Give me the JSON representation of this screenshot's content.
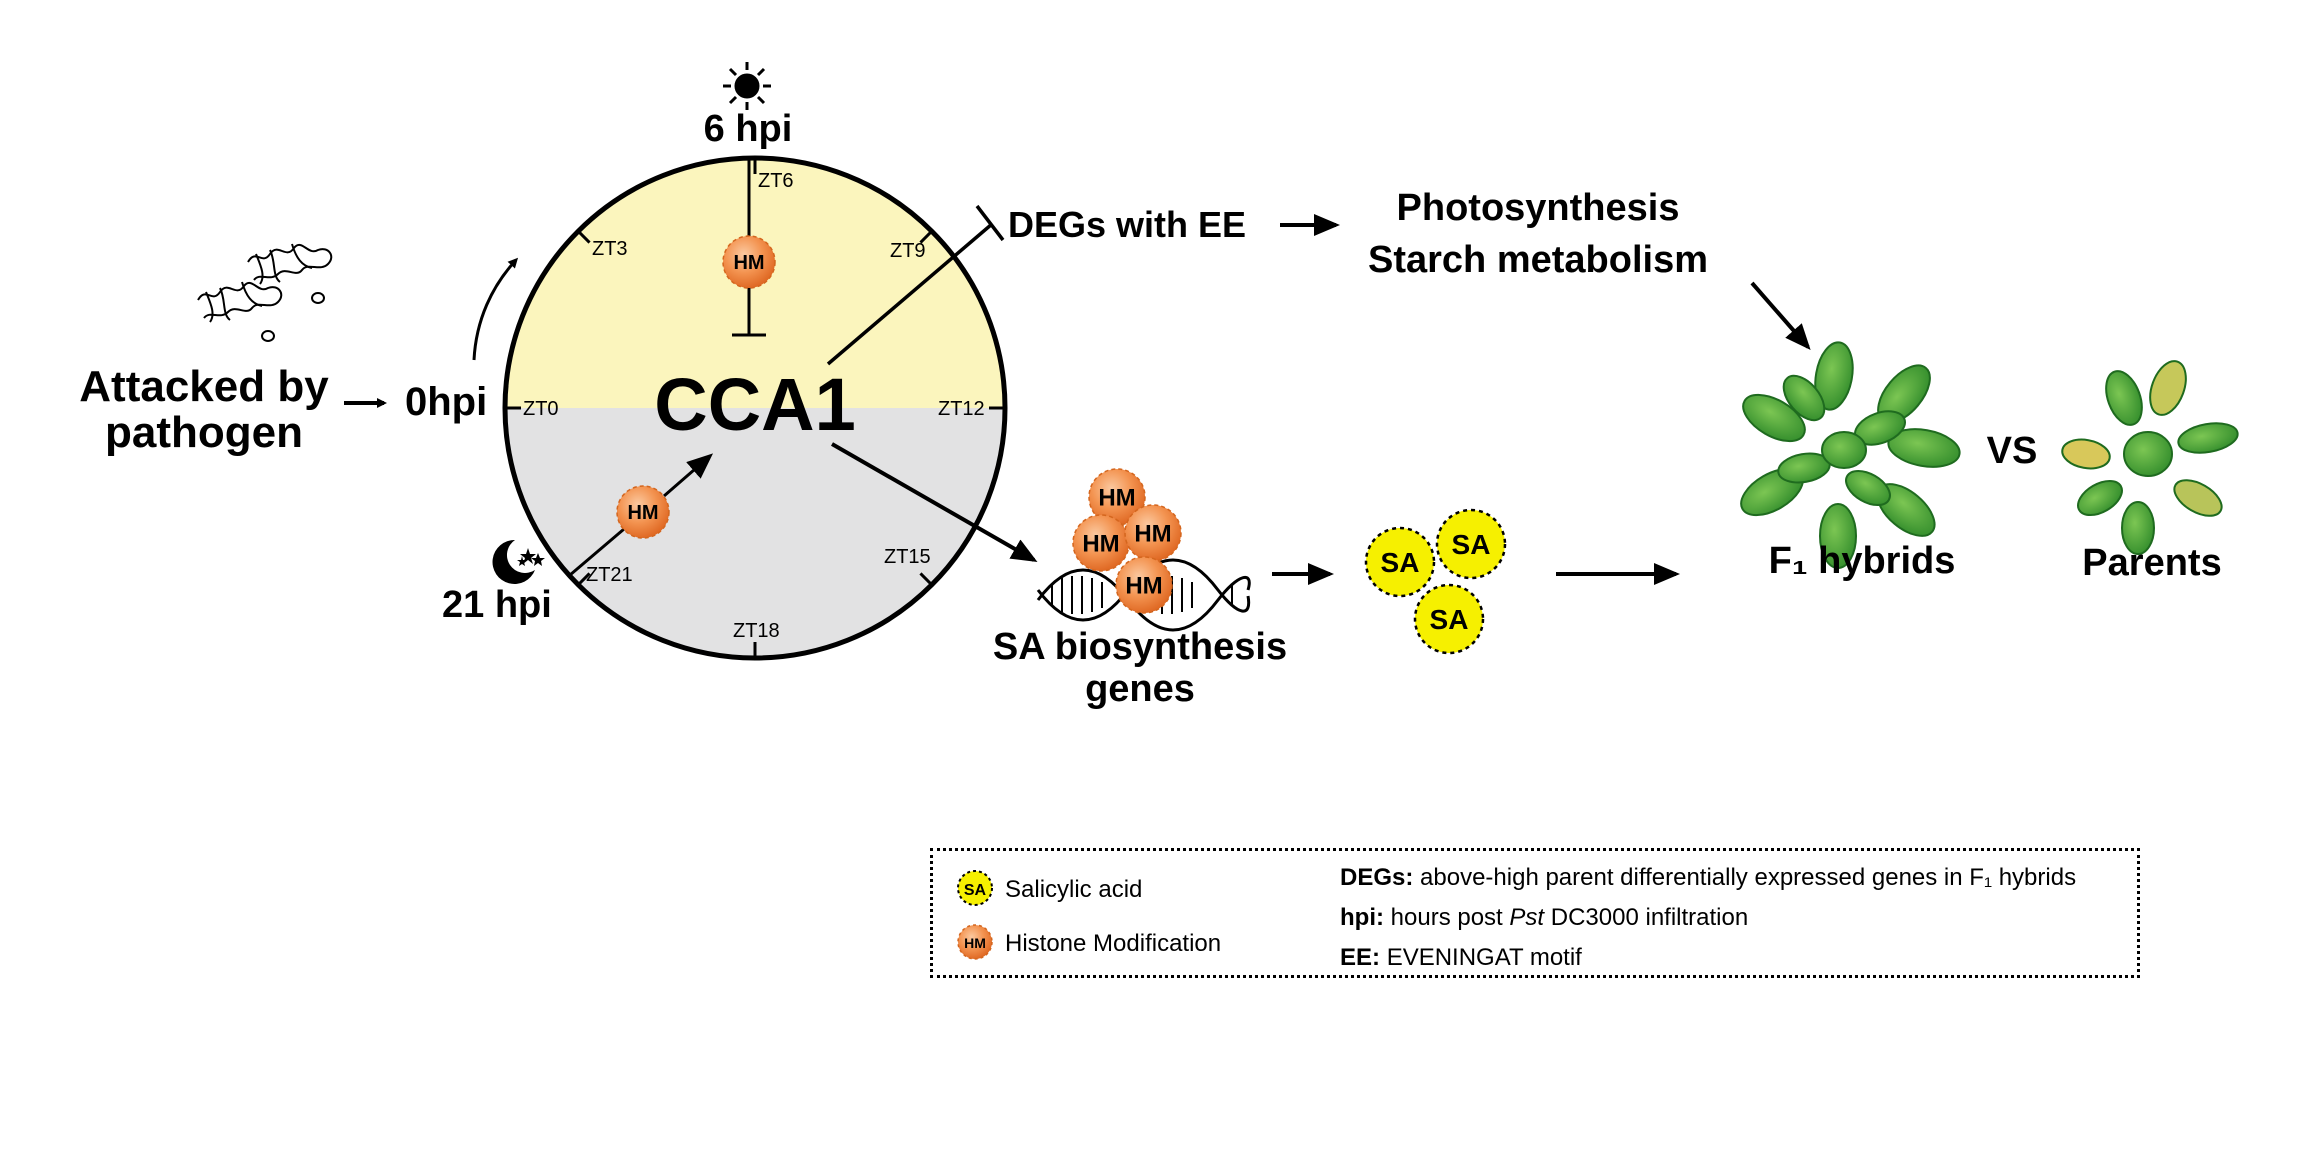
{
  "left": {
    "attacked_line1": "Attacked by",
    "attacked_line2": "pathogen",
    "zero_hpi": "0hpi",
    "six_hpi": "6 hpi",
    "twentyone_hpi": "21 hpi"
  },
  "clock": {
    "center_label": "CCA1",
    "ticks": [
      "ZT0",
      "ZT3",
      "ZT6",
      "ZT9",
      "ZT12",
      "ZT15",
      "ZT18",
      "ZT21"
    ],
    "day_color": "#fbf5bd",
    "night_color": "#e2e2e3"
  },
  "markers": {
    "hm": "HM",
    "sa": "SA",
    "hm_color": "#f08a3e",
    "sa_color": "#f6f000"
  },
  "outputs": {
    "degs": "DEGs with EE",
    "photo_line1": "Photosynthesis",
    "photo_line2": "Starch metabolism",
    "sa_genes_line1": "SA biosynthesis",
    "sa_genes_line2": "genes"
  },
  "plants": {
    "hybrids": "F₁ hybrids",
    "vs": "VS",
    "parents": "Parents"
  },
  "legend": {
    "sa_desc": "Salicylic acid",
    "hm_desc": "Histone Modification",
    "degs_term": "DEGs:",
    "degs_def": "above-high parent differentially expressed genes in F₁ hybrids",
    "hpi_term": "hpi:",
    "hpi_def_pre": "hours post",
    "hpi_def_italic": "Pst",
    "hpi_def_post": "DC3000 infiltration",
    "ee_term": "EE:",
    "ee_def": "EVENINGAT motif"
  }
}
